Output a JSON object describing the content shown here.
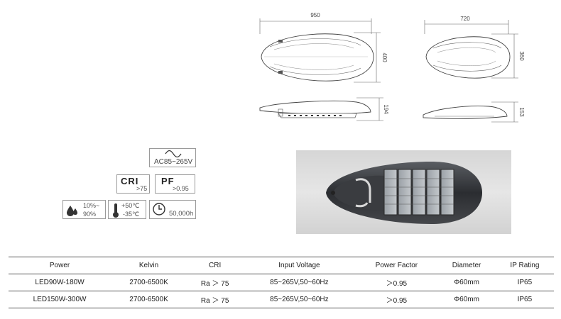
{
  "drawings": {
    "large_top_width": "950",
    "large_top_height": "400",
    "large_side_height": "194",
    "small_top_width": "720",
    "small_top_height": "360",
    "small_side_height": "153"
  },
  "specs": {
    "voltage": "AC85~265V",
    "cri_label": "CRI",
    "cri_value": ">75",
    "pf_label": "PF",
    "pf_value": ">0.95",
    "humidity_top": "10%~",
    "humidity_bottom": "90%",
    "temp_top": "+50℃",
    "temp_bottom": "-35℃",
    "lifetime": "50,000h"
  },
  "table": {
    "headers": [
      "Power",
      "Kelvin",
      "CRI",
      "Input Voltage",
      "Power Factor",
      "Diameter",
      "IP Rating"
    ],
    "rows": [
      [
        "LED90W-180W",
        "2700-6500K",
        "Ra ＞ 75",
        "85~265V,50~60Hz",
        "＞0.95",
        "Φ60mm",
        "IP65"
      ],
      [
        "LED150W-300W",
        "2700-6500K",
        "Ra ＞ 75",
        "85~265V,50~60Hz",
        "＞0.95",
        "Φ60mm",
        "IP65"
      ]
    ]
  },
  "icons": {
    "waveform": "ac-sine-wave-icon",
    "humidity": "water-drop-icon",
    "temperature": "thermometer-icon",
    "lifetime": "clock-icon"
  }
}
